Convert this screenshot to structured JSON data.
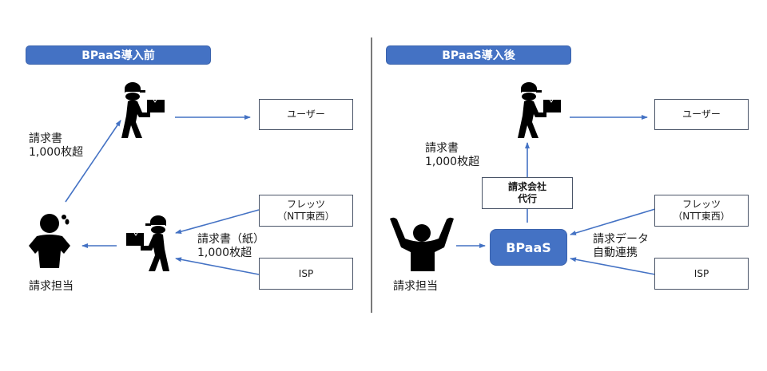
{
  "before": {
    "header": "BPaaS導入前",
    "invoice_label": "請求書\n1,000枚超",
    "paper_invoice_label": "請求書（紙）\n1,000枚超",
    "billing_staff_label": "請求担当",
    "user_box": "ユーザー",
    "flets_box": "フレッツ\n（NTT東西）",
    "isp_box": "ISP"
  },
  "after": {
    "header": "BPaaS導入後",
    "invoice_label": "請求書\n1,000枚超",
    "agency_box": "請求会社\n代行",
    "bpaas_box": "BPaaS",
    "data_link_label": "請求データ\n自動連携",
    "billing_staff_label": "請求担当",
    "user_box": "ユーザー",
    "flets_box": "フレッツ\n（NTT東西）",
    "isp_box": "ISP"
  },
  "colors": {
    "accent": "#4472c4",
    "arrow": "#4472c4",
    "icon": "#000000",
    "divider": "#7a7a7a"
  }
}
